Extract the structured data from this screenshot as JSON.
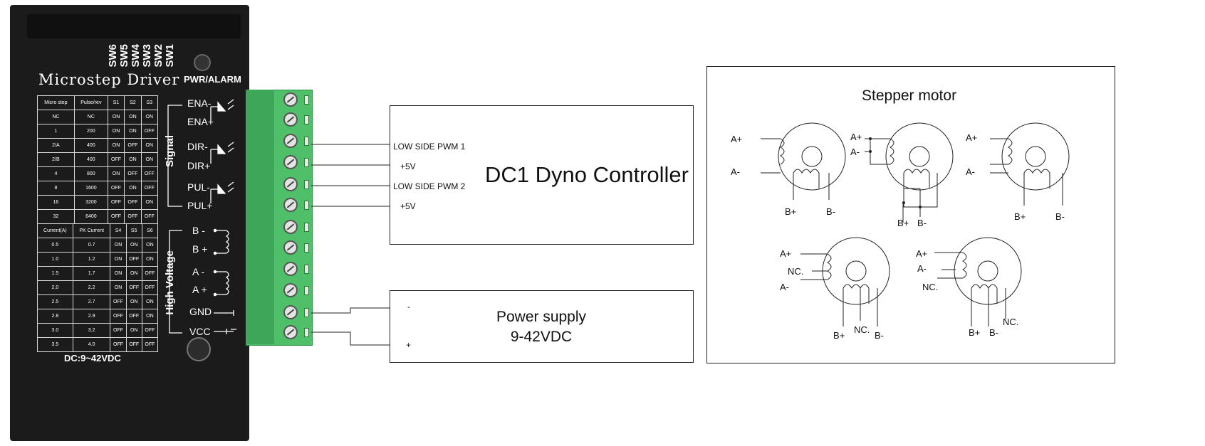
{
  "driver": {
    "title": "Microstep Driver",
    "switches": [
      "SW6",
      "SW5",
      "SW4",
      "SW3",
      "SW2",
      "SW1"
    ],
    "pwr_alarm": "PWR/ALARM",
    "dc_label": "DC:9~42VDC",
    "table1": {
      "header": [
        "Micro step",
        "Pulse/rev",
        "S1",
        "S2",
        "S3"
      ],
      "rows": [
        [
          "NC",
          "NC",
          "ON",
          "ON",
          "ON"
        ],
        [
          "1",
          "200",
          "ON",
          "ON",
          "OFF"
        ],
        [
          "2/A",
          "400",
          "ON",
          "OFF",
          "ON"
        ],
        [
          "2/B",
          "400",
          "OFF",
          "ON",
          "ON"
        ],
        [
          "4",
          "800",
          "ON",
          "OFF",
          "OFF"
        ],
        [
          "8",
          "1600",
          "OFF",
          "ON",
          "OFF"
        ],
        [
          "16",
          "3200",
          "OFF",
          "OFF",
          "ON"
        ],
        [
          "32",
          "6400",
          "OFF",
          "OFF",
          "OFF"
        ]
      ]
    },
    "table2": {
      "header": [
        "Current(A)",
        "PK Current",
        "S4",
        "S5",
        "S6"
      ],
      "rows": [
        [
          "0.5",
          "0.7",
          "ON",
          "ON",
          "ON"
        ],
        [
          "1.0",
          "1.2",
          "ON",
          "OFF",
          "ON"
        ],
        [
          "1.5",
          "1.7",
          "ON",
          "ON",
          "OFF"
        ],
        [
          "2.0",
          "2.2",
          "ON",
          "OFF",
          "OFF"
        ],
        [
          "2.5",
          "2.7",
          "OFF",
          "ON",
          "ON"
        ],
        [
          "2.8",
          "2.9",
          "OFF",
          "OFF",
          "ON"
        ],
        [
          "3.0",
          "3.2",
          "OFF",
          "ON",
          "OFF"
        ],
        [
          "3.5",
          "4.0",
          "OFF",
          "OFF",
          "OFF"
        ]
      ]
    },
    "signal_label": "Signal",
    "hv_label": "High Voltage",
    "terminals": [
      "ENA-",
      "ENA+",
      "DIR-",
      "DIR+",
      "PUL-",
      "PUL+",
      "B -",
      "B +",
      "A -",
      "A +",
      "GND",
      "VCC"
    ]
  },
  "wires": {
    "pwm1": "LOW SIDE PWM 1",
    "v5a": "+5V",
    "pwm2": "LOW SIDE PWM 2",
    "v5b": "+5V"
  },
  "controller": {
    "title": "DC1 Dyno Controller"
  },
  "power": {
    "line1": "Power supply",
    "line2": "9-42VDC",
    "minus": "-",
    "plus": "+"
  },
  "motor": {
    "title": "Stepper motor",
    "m1": {
      "a_plus": "A+",
      "a_minus": "A-",
      "b_plus": "B+",
      "b_minus": "B-"
    },
    "m2": {
      "a_plus": "A+",
      "a_minus": "A-",
      "b_plus": "B+",
      "b_minus": "B-"
    },
    "m3": {
      "a_plus": "A+",
      "a_minus": "A-",
      "b_plus": "B+",
      "b_minus": "B-"
    },
    "m4": {
      "a_plus": "A+",
      "nc": "NC.",
      "a_minus": "A-",
      "b_plus": "B+",
      "nc2": "NC.",
      "b_minus": "B-"
    },
    "m5": {
      "a_plus": "A+",
      "a_minus": "A-",
      "nc": "NC.",
      "b_plus": "B+",
      "b_minus": "B-",
      "nc2": "NC."
    }
  }
}
